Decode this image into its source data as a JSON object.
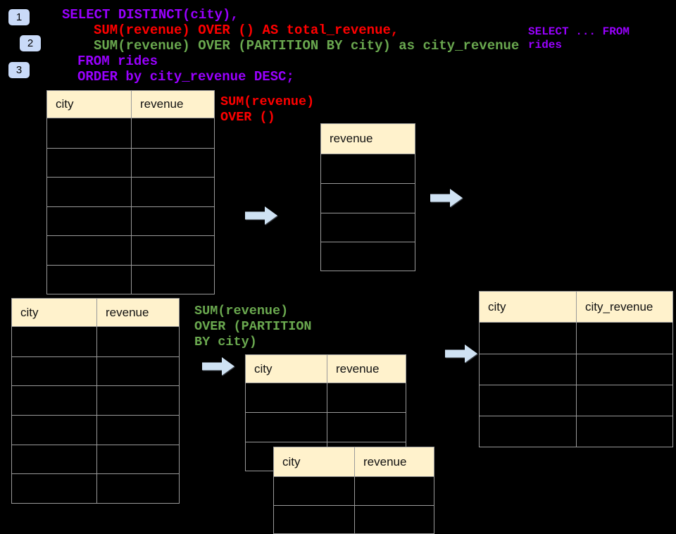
{
  "badges": [
    {
      "label": "1"
    },
    {
      "label": "2"
    },
    {
      "label": "3"
    }
  ],
  "sql_code": {
    "line1": "SELECT DISTINCT(city),",
    "line2": "SUM(revenue) OVER () AS total_revenue,",
    "line3": "SUM(revenue) OVER (PARTITION BY city) as city_revenue",
    "line4": "FROM rides",
    "line5": "ORDER by city_revenue DESC;"
  },
  "side_note": {
    "line1": "SELECT ... FROM",
    "line2": "rides"
  },
  "label_total": {
    "line1": "SUM(revenue)",
    "line2": "OVER ()"
  },
  "label_partition": {
    "line1": "SUM(revenue)",
    "line2": "OVER (PARTITION",
    "line3": "BY city)"
  },
  "tables": {
    "source_top": {
      "col1": "city",
      "col2": "revenue"
    },
    "total_revenue": {
      "col1": "revenue"
    },
    "source_bottom": {
      "col1": "city",
      "col2": "revenue"
    },
    "partition_back": {
      "col1": "city",
      "col2": "revenue"
    },
    "partition_front": {
      "col1": "city",
      "col2": "revenue"
    },
    "result_city": {
      "col1": "city",
      "col2": "city_revenue"
    }
  },
  "colors": {
    "background": "#000000",
    "sql_purple": "#9900ff",
    "sql_red": "#ff0000",
    "sql_green": "#6aa84f",
    "badge_blue": "#c9daf8",
    "arrow_blue": "#cfe2f3",
    "table_header_fill": "#fff2cc",
    "table_border": "#9a9a9a"
  }
}
